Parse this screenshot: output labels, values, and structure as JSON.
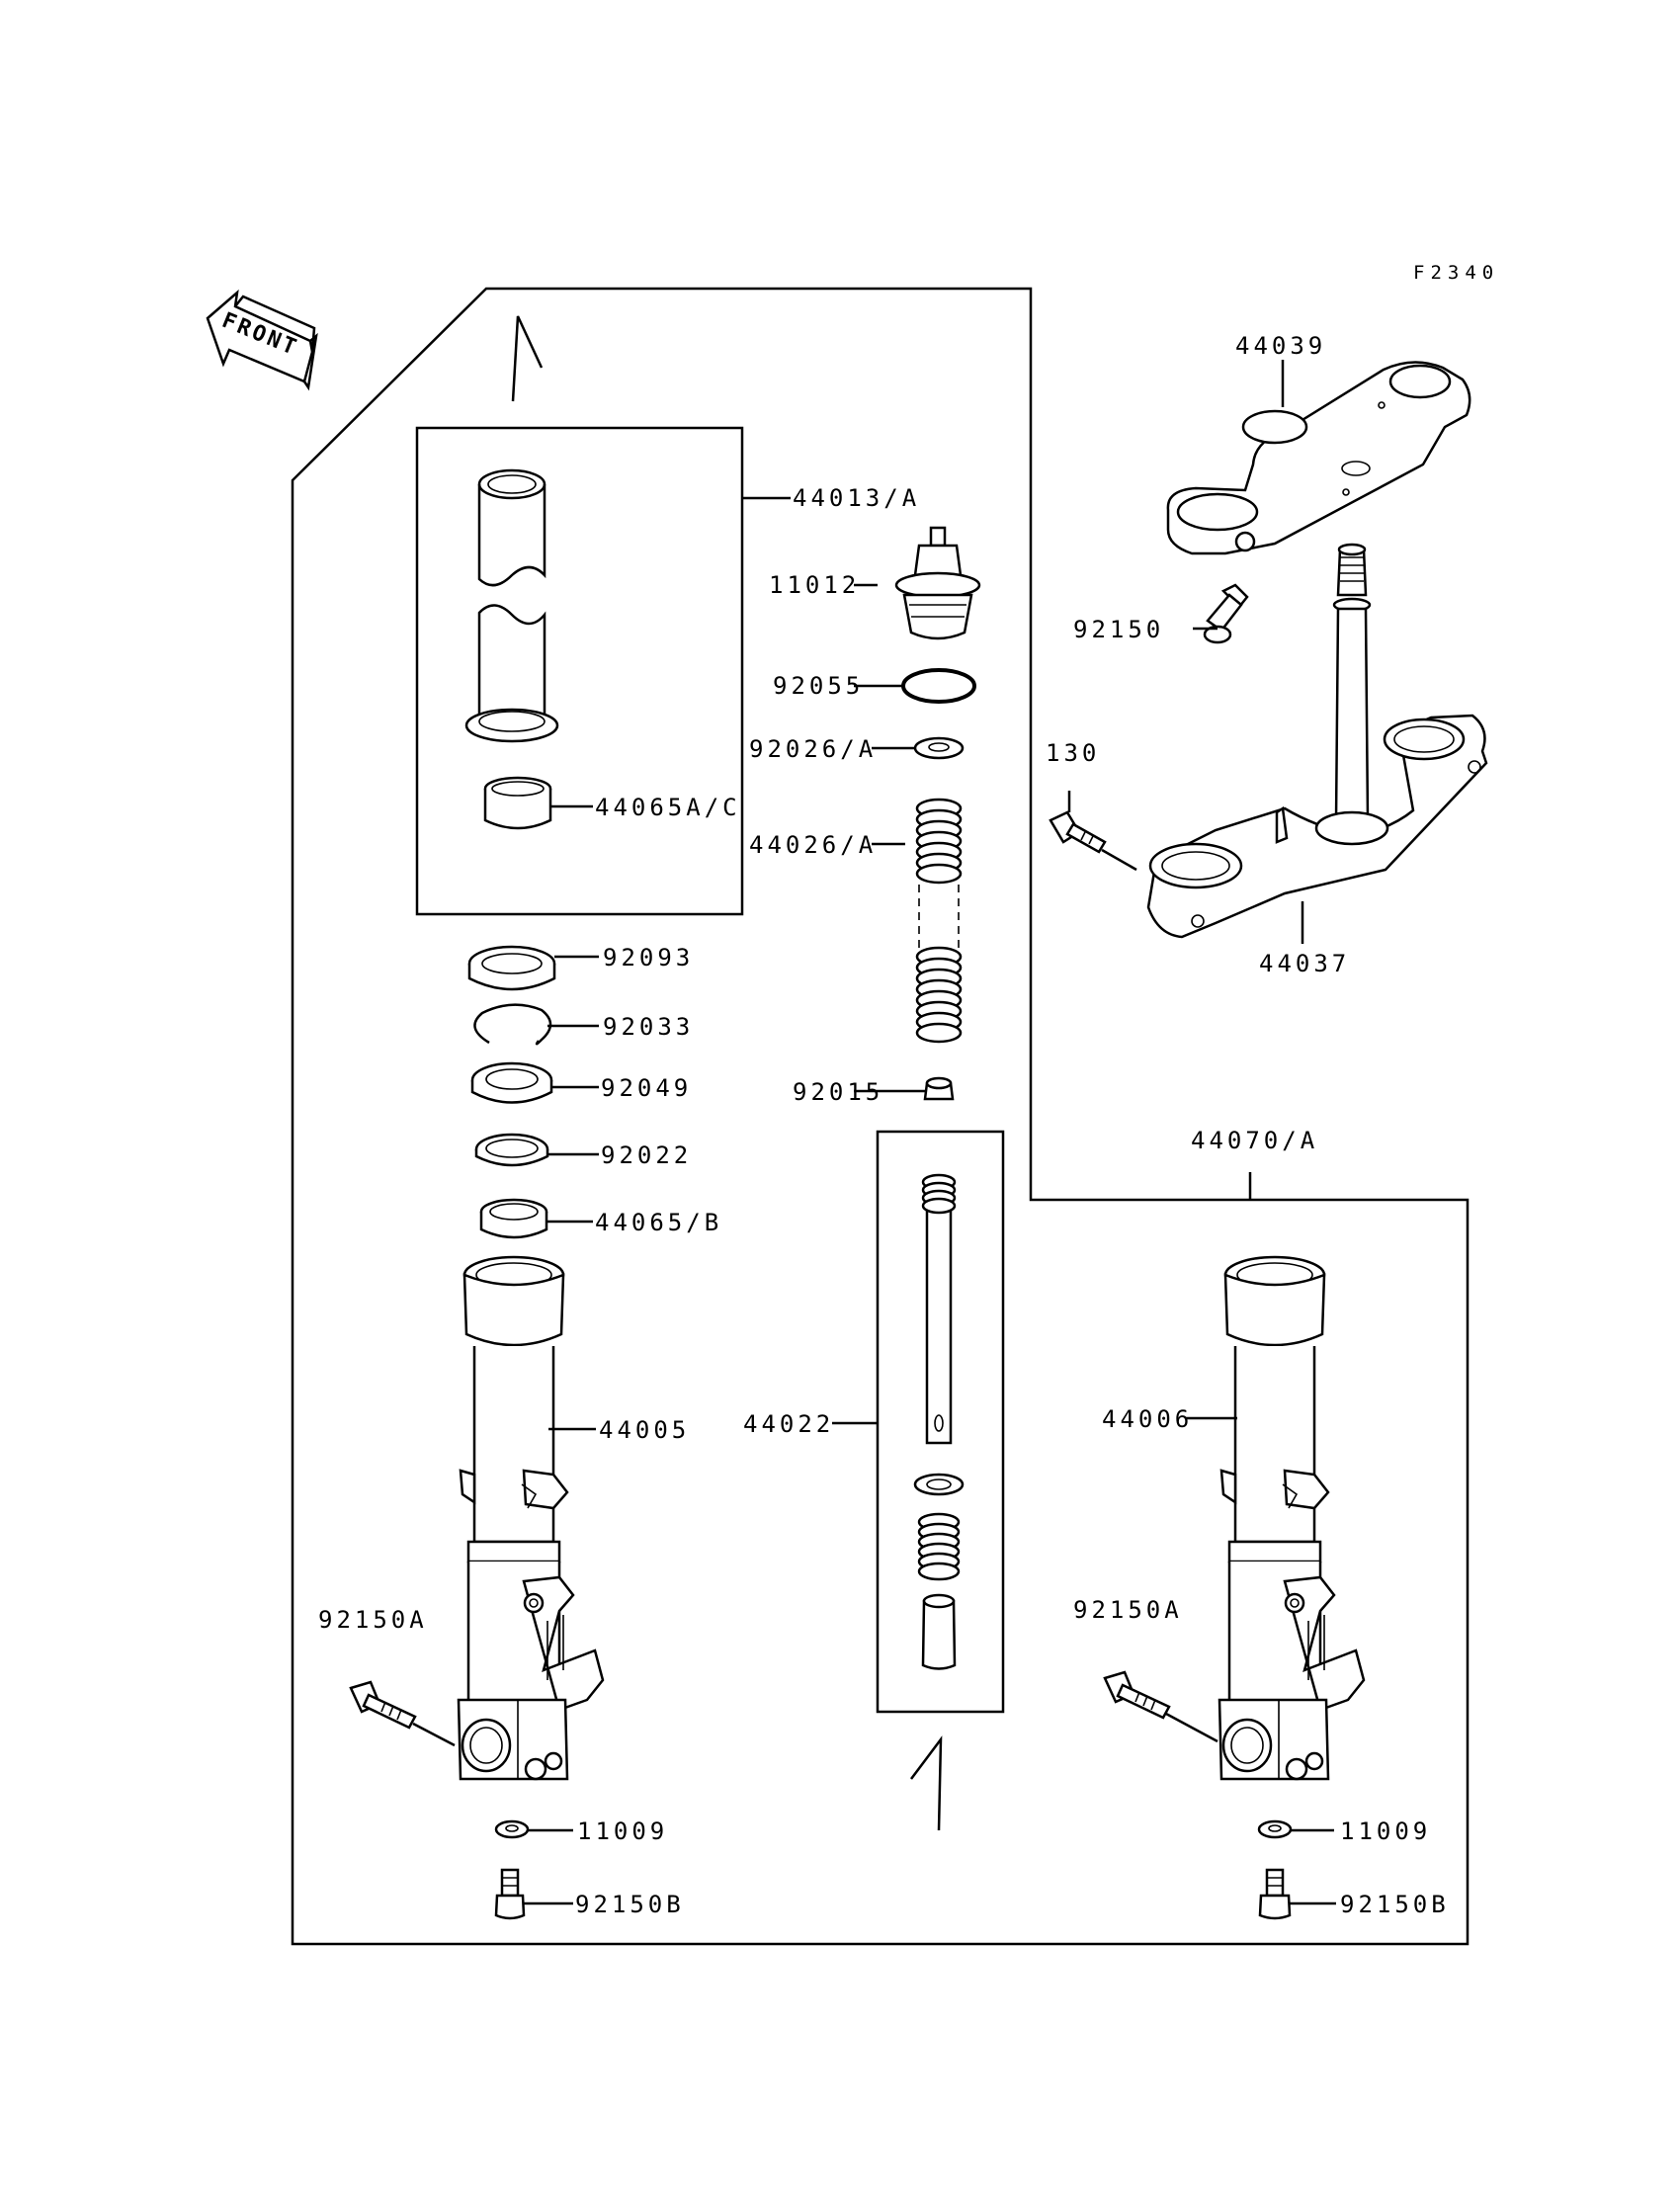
{
  "figure_code": "F2340",
  "front_label": "FRONT",
  "parts": {
    "p44013": "44013/A",
    "p11012": "11012",
    "p92055": "92055",
    "p92026": "92026/A",
    "p44065ac": "44065A/C",
    "p44026": "44026/A",
    "p92093": "92093",
    "p92033": "92033",
    "p92049": "92049",
    "p92015": "92015",
    "p92022": "92022",
    "p44065b": "44065/B",
    "p44005": "44005",
    "p44022": "44022",
    "p92150a_left": "92150A",
    "p11009_left": "11009",
    "p92150b_left": "92150B",
    "p44039": "44039",
    "p92150": "92150",
    "p130": "130",
    "p44037": "44037",
    "p44070": "44070/A",
    "p44006": "44006",
    "p92150a_right": "92150A",
    "p11009_right": "11009",
    "p92150b_right": "92150B"
  }
}
